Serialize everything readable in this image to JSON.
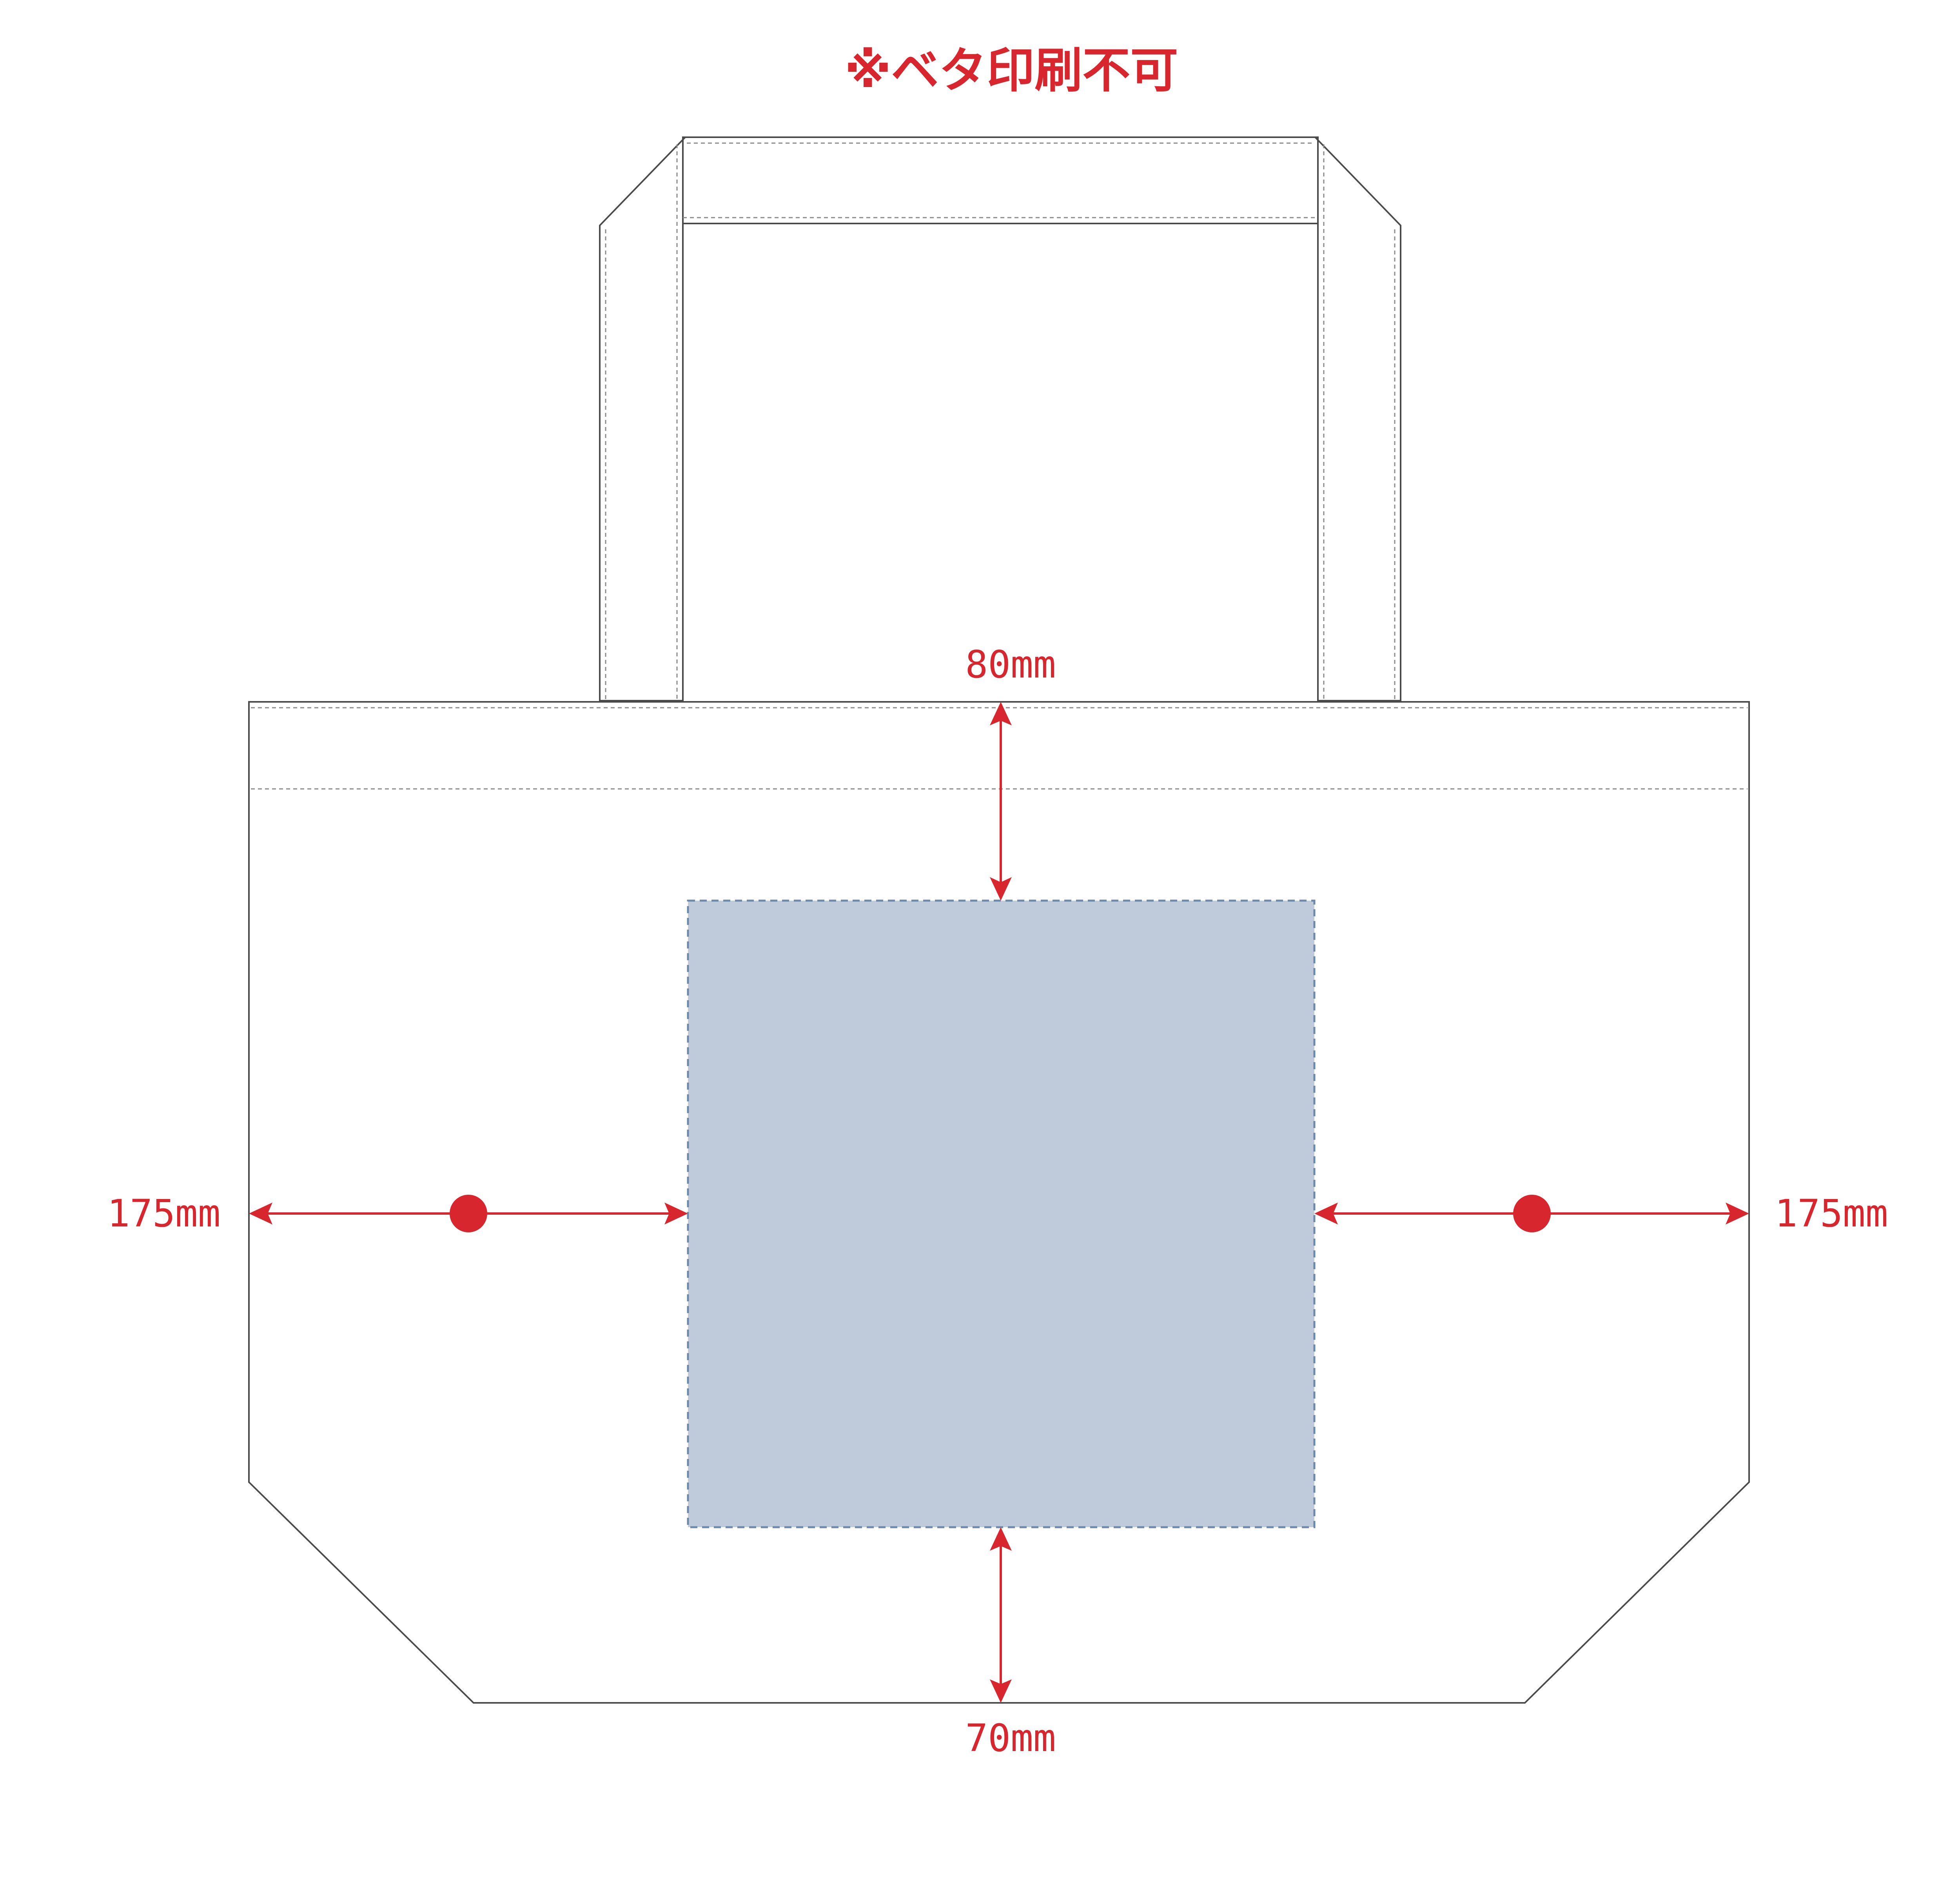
{
  "notice": "※ベタ印刷不可",
  "dimensions": {
    "top": "80mm",
    "bottom": "70mm",
    "left": "175mm",
    "right": "175mm"
  },
  "colors": {
    "accent_red": "#d7262e",
    "print_area_fill": "#bfcadb",
    "print_area_border": "#6d88a8",
    "outline": "#4a4a4a"
  }
}
